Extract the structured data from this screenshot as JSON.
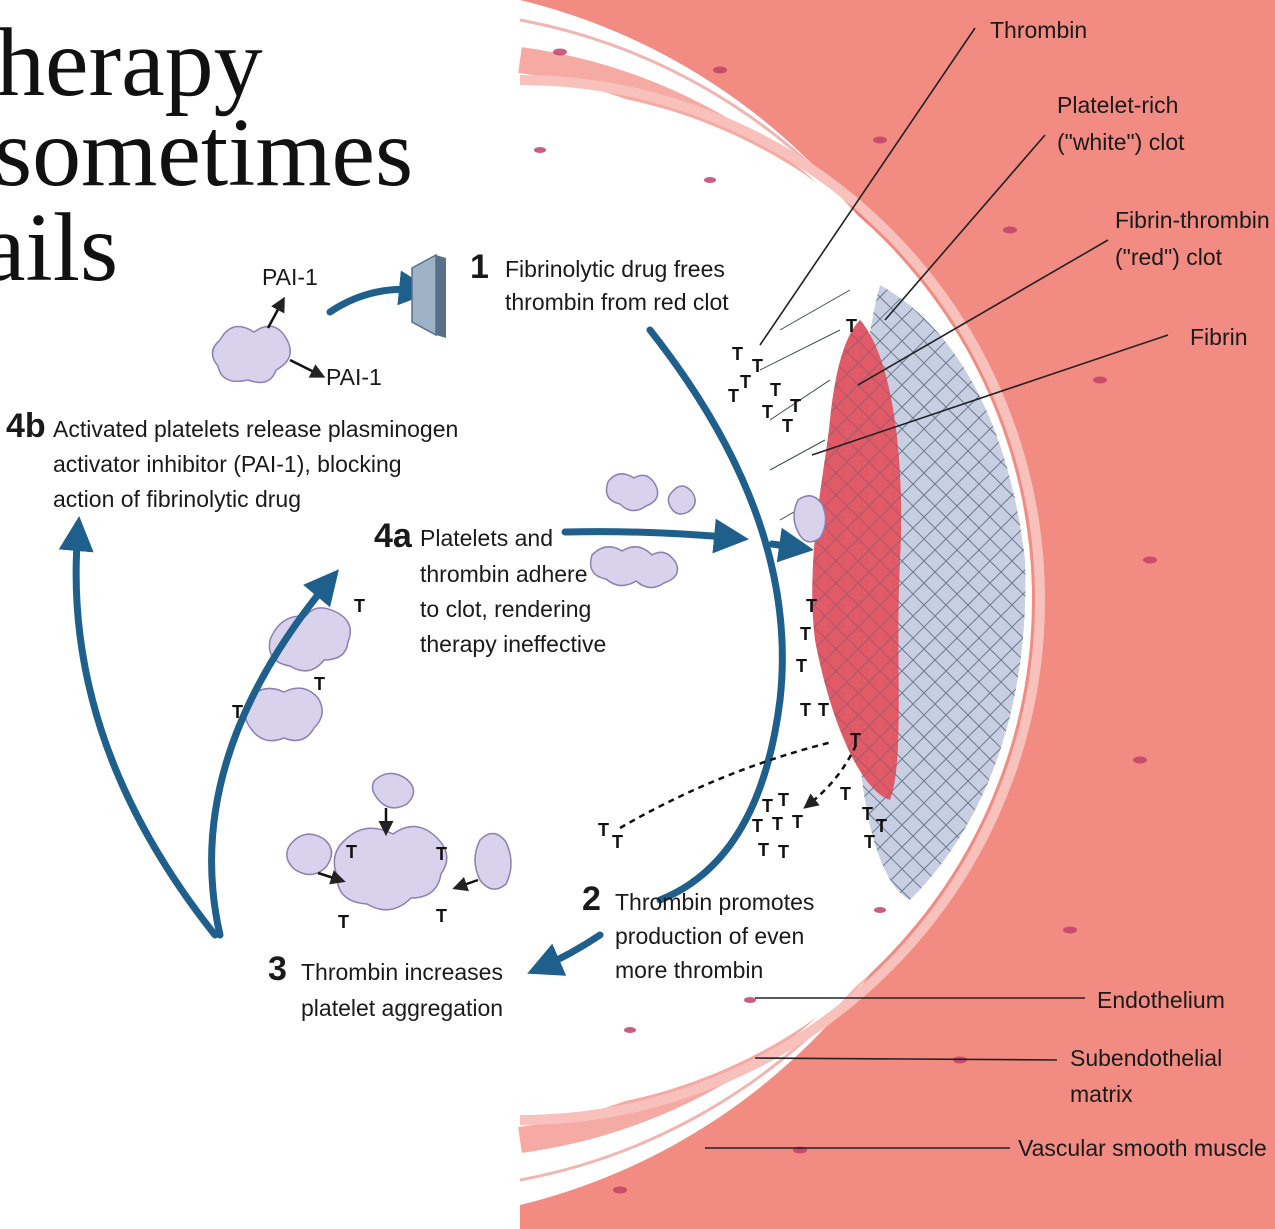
{
  "title": {
    "lines": [
      "herapy",
      "sometimes",
      "ails"
    ]
  },
  "steps": {
    "s1": {
      "number": "1",
      "lines": [
        "Fibrinolytic drug frees",
        "thrombin from red clot"
      ]
    },
    "s2": {
      "number": "2",
      "lines": [
        "Thrombin promotes",
        "production of even",
        "more thrombin"
      ]
    },
    "s3": {
      "number": "3",
      "lines": [
        "Thrombin increases",
        "platelet aggregation"
      ]
    },
    "s4a": {
      "number": "4a",
      "lines": [
        "Platelets and",
        "thrombin adhere",
        "to clot, rendering",
        "therapy ineffective"
      ]
    },
    "s4b": {
      "number": "4b",
      "lines": [
        "Activated platelets release plasminogen",
        "activator inhibitor (PAI-1), blocking",
        "action of fibrinolytic drug"
      ]
    }
  },
  "pai": {
    "label_top": "PAI-1",
    "label_bottom": "PAI-1"
  },
  "callouts": {
    "thrombin": "Thrombin",
    "white_clot": [
      "Platelet-rich",
      "(\"white\") clot"
    ],
    "red_clot": [
      "Fibrin-thrombin",
      "(\"red\") clot"
    ],
    "fibrin": "Fibrin",
    "endothelium": "Endothelium",
    "subendothelial": [
      "Subendothelial",
      "matrix"
    ],
    "smooth_muscle": "Vascular smooth muscle"
  },
  "thrombin_symbol": "T",
  "colors": {
    "arrow": "#1f5f8b",
    "vessel_wall": "#f28b82",
    "vessel_inner": "#f7b3ae",
    "red_clot": "#e05a68",
    "white_clot": "#c9cfe3",
    "platelet": "#d9d2ec",
    "nucleus": "#c2416a"
  }
}
